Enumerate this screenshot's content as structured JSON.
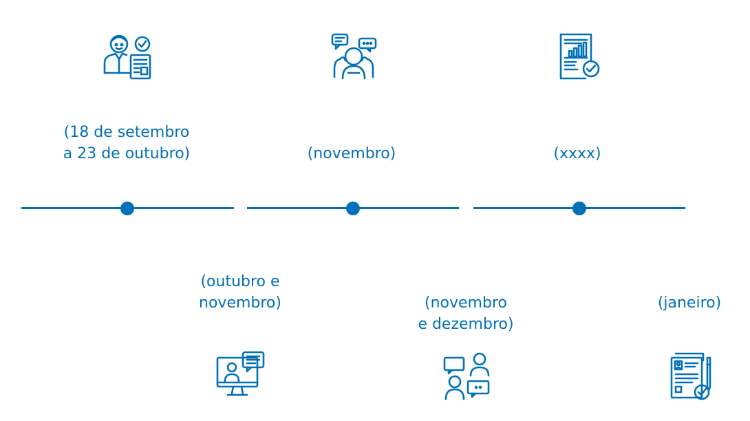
{
  "colors": {
    "accent": "#0070b8",
    "background": "#ffffff"
  },
  "stages": [
    {
      "id": "stage-1",
      "icon": "person-document-check-icon",
      "label_lines": [
        "(18 de setembro",
        "a 23 de outubro)"
      ]
    },
    {
      "id": "stage-2",
      "icon": "online-meeting-chat-icon",
      "label_lines": [
        "(outubro e",
        "novembro)"
      ]
    },
    {
      "id": "stage-3",
      "icon": "group-discussion-icon",
      "label_lines": [
        "(novembro)"
      ]
    },
    {
      "id": "stage-4",
      "icon": "people-conversation-icon",
      "label_lines": [
        "(novembro",
        "e dezembro)"
      ]
    },
    {
      "id": "stage-5",
      "icon": "report-chart-check-icon",
      "label_lines": [
        "(xxxx)"
      ]
    },
    {
      "id": "stage-6",
      "icon": "signed-document-icon",
      "label_lines": [
        "(janeiro)"
      ]
    }
  ]
}
